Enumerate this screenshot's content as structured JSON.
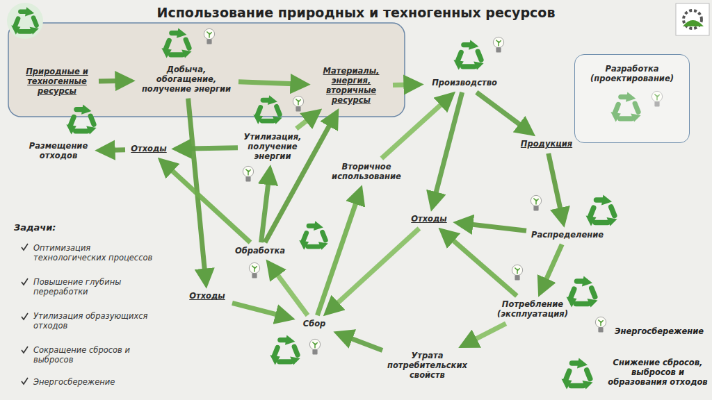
{
  "diagram": {
    "title": "Использование природных и техногенных ресурсов",
    "nodes": [
      {
        "text": [
          "Природные и техногенные ресурсы"
        ]
      },
      {
        "text": [
          "Добыча, обогащение, получение энергии"
        ]
      },
      {
        "text": [
          "Материалы, энергия, вторичные ресурсы"
        ]
      },
      {
        "text": [
          "Производство"
        ]
      },
      {
        "text": [
          "Разработка (проектирование)"
        ]
      },
      {
        "text": [
          "Продукция"
        ]
      },
      {
        "text": [
          "Размещение отходов"
        ]
      },
      {
        "text": [
          "Отходы"
        ]
      },
      {
        "text": [
          "Утилизация, получение энергии"
        ]
      },
      {
        "text": [
          "Вторичное использование"
        ]
      },
      {
        "text": [
          "Отходы"
        ]
      },
      {
        "text": [
          "Распределение"
        ]
      },
      {
        "text": [
          "Обработка"
        ]
      },
      {
        "text": [
          "Потребление (эксплуатация)"
        ]
      },
      {
        "text": [
          "Отходы"
        ]
      },
      {
        "text": [
          "Сбор"
        ]
      },
      {
        "text": [
          "Утрата потребительских свойств"
        ]
      }
    ],
    "edges": [
      {
        "from": 0,
        "to": 1,
        "arrow": "to"
      },
      {
        "from": 1,
        "to": 2,
        "arrow": "to"
      },
      {
        "from": 2,
        "to": 3,
        "arrow": "to"
      },
      {
        "from": 3,
        "to": 5,
        "arrow": "to"
      },
      {
        "from": 5,
        "to": 11,
        "arrow": "to"
      },
      {
        "from": 11,
        "to": 13,
        "arrow": "to"
      },
      {
        "from": 13,
        "to": 16,
        "arrow": "to"
      },
      {
        "from": 16,
        "to": 15,
        "arrow": "to"
      },
      {
        "from": 1,
        "to": 14,
        "arrow": "to"
      },
      {
        "from": 14,
        "to": 15,
        "arrow": "to"
      },
      {
        "from": 15,
        "to": 12,
        "arrow": "to"
      },
      {
        "from": 12,
        "to": 8,
        "arrow": "to"
      },
      {
        "from": 12,
        "to": 2,
        "arrow": "to"
      },
      {
        "from": 12,
        "to": 7,
        "arrow": "to"
      },
      {
        "from": 8,
        "to": 2,
        "arrow": "to"
      },
      {
        "from": 8,
        "to": 7,
        "arrow": "to"
      },
      {
        "from": 7,
        "to": 6,
        "arrow": "to"
      },
      {
        "from": 15,
        "to": 9,
        "arrow": "to"
      },
      {
        "from": 9,
        "to": 3,
        "arrow": "to"
      },
      {
        "from": 3,
        "to": 10,
        "arrow": "to"
      },
      {
        "from": 11,
        "to": 10,
        "arrow": "to"
      },
      {
        "from": 13,
        "to": 10,
        "arrow": "to"
      },
      {
        "from": 10,
        "to": 15,
        "arrow": "to"
      }
    ],
    "labels": [
      "Задачи:",
      "Оптимизация технологических процессов",
      "Повышение глубины переработки",
      "Утилизация образующихся отходов",
      "Сокращение сбросов и выбросов",
      "Энергосбережение",
      "Энергосбережение",
      "Снижение сбросов, выбросов и образования отходов"
    ]
  }
}
